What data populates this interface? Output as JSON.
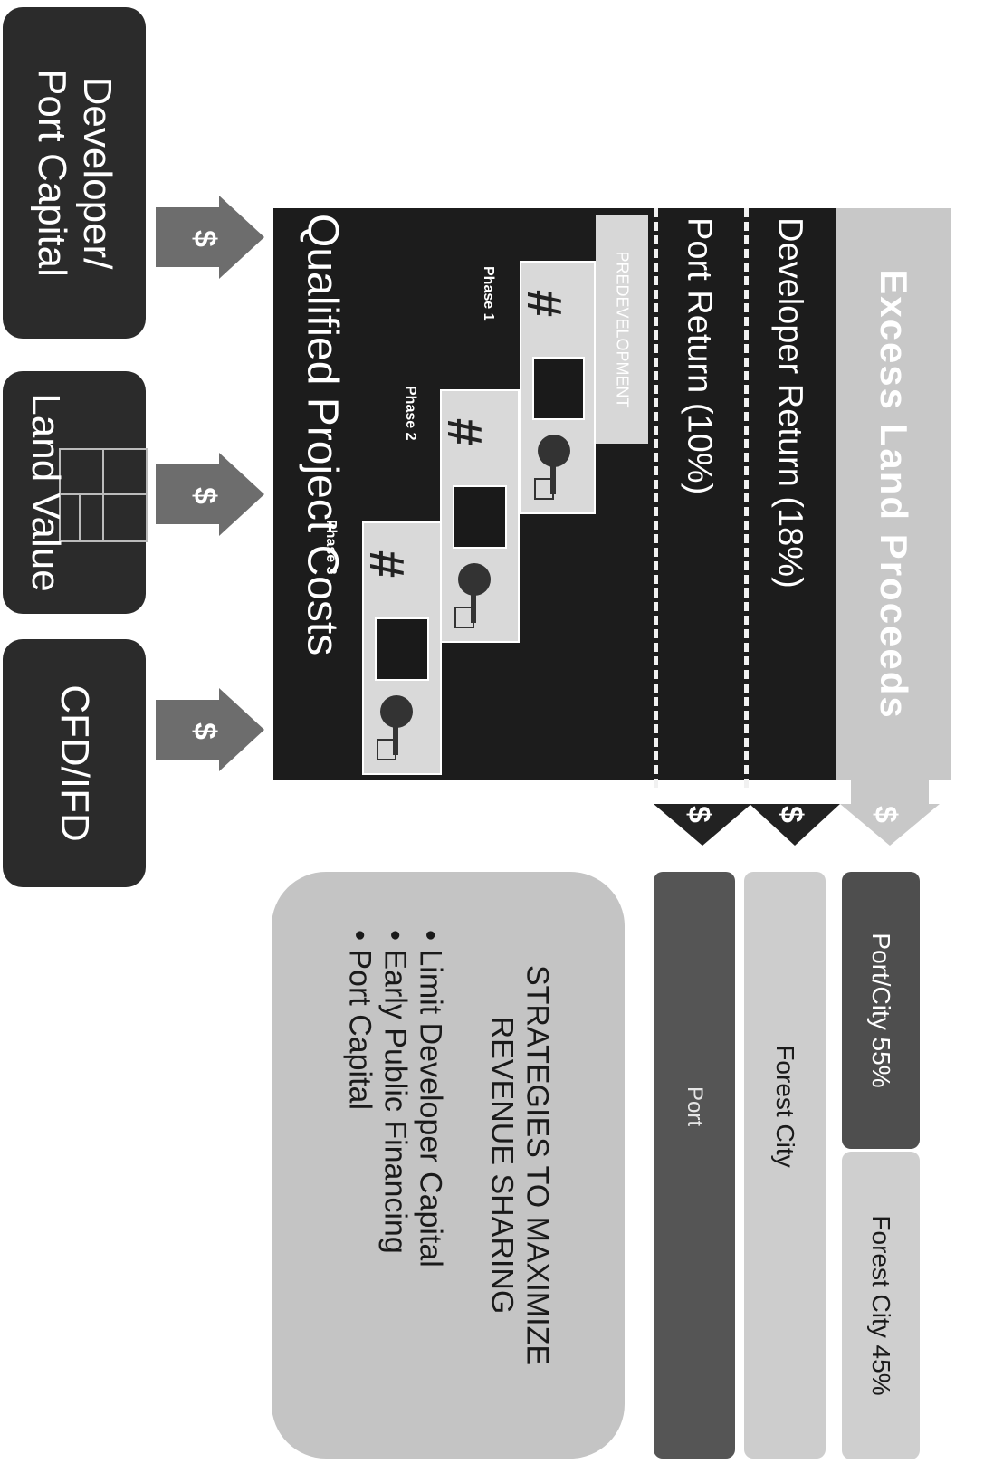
{
  "sources": [
    {
      "id": "developer",
      "label_line1": "Developer/",
      "label_line2": "Port Capital"
    },
    {
      "id": "land",
      "label_line1": "Land Value",
      "label_line2": ""
    },
    {
      "id": "cfd",
      "label_line1": "CFD/IFD",
      "label_line2": ""
    }
  ],
  "dollar": "$",
  "main": {
    "title": "Qualified Project Costs",
    "predevelopment": "PREDEVELOPMENT",
    "developer_return": "Developer Return (18%)",
    "port_return": "Port Return (10%)",
    "excess": "Excess Land Proceeds",
    "phases": [
      "Phase 1",
      "Phase 2",
      "Phase 3"
    ]
  },
  "bars": {
    "port_city": "Port/City 55%",
    "forest_city_share": "Forest City 45%",
    "forest_city": "Forest City",
    "port": "Port"
  },
  "strategies": {
    "title_line1": "STRATEGIES TO MAXIMIZE",
    "title_line2": "REVENUE SHARING",
    "items": [
      "Limit Developer Capital",
      "Early Public Financing",
      "Port Capital"
    ]
  },
  "colors": {
    "dark": "#1c1c1c",
    "box": "#2b2b2b",
    "light": "#c9c9c9",
    "mid": "#5a5a5a"
  }
}
